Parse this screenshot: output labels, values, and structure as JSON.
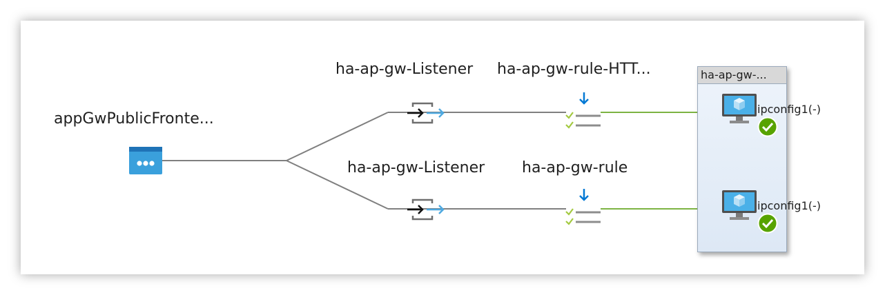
{
  "frontend": {
    "label": "appGwPublicFronte...",
    "icon": "public-ip-frontend-icon"
  },
  "routes": [
    {
      "listener_label": "ha-ap-gw-Listener",
      "rule_label": "ha-ap-gw-rule-HTT...",
      "vm_label": "ipconfig1(-)",
      "status": "healthy"
    },
    {
      "listener_label": "ha-ap-gw-Listener",
      "rule_label": "ha-ap-gw-rule",
      "vm_label": "ipconfig1(-)",
      "status": "healthy"
    }
  ],
  "backend_pool": {
    "title": "ha-ap-gw-..."
  },
  "colors": {
    "link_gray": "#7f7f7f",
    "link_green": "#7cb342",
    "accent_blue": "#0078d4",
    "check_green": "#57a300",
    "frontend_blue": "#3aa0dc"
  }
}
